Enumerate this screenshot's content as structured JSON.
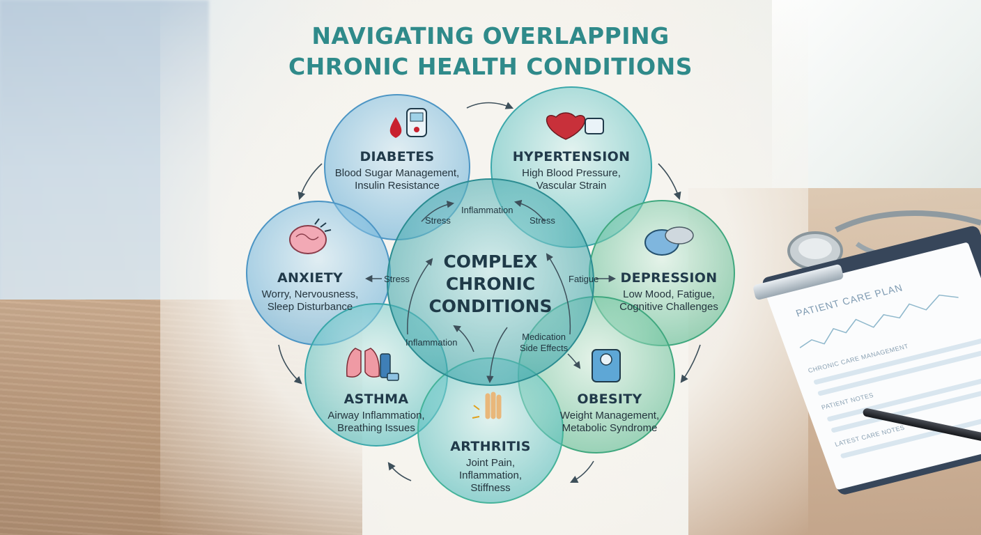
{
  "title": {
    "line1": "NAVIGATING OVERLAPPING",
    "line2": "CHRONIC HEALTH CONDITIONS"
  },
  "center": {
    "line1": "COMPLEX",
    "line2": "CHRONIC",
    "line3": "CONDITIONS"
  },
  "conditions": [
    {
      "name": "DIABETES",
      "desc1": "Blood Sugar Management,",
      "desc2": "Insulin Resistance",
      "icon": "blood-drop-glucometer-icon",
      "color": "#5aa9d6"
    },
    {
      "name": "HYPERTENSION",
      "desc1": "High Blood Pressure,",
      "desc2": "Vascular Strain",
      "icon": "heart-bp-monitor-icon",
      "color": "#4bbcc0"
    },
    {
      "name": "ANXIETY",
      "desc1": "Worry, Nervousness,",
      "desc2": "Sleep Disturbance",
      "icon": "stressed-brain-icon",
      "color": "#5aa6d8"
    },
    {
      "name": "DEPRESSION",
      "desc1": "Low Mood, Fatigue,",
      "desc2": "Cognitive Challenges",
      "icon": "brain-cloud-icon",
      "color": "#53b79a"
    },
    {
      "name": "ASTHMA",
      "desc1": "Airway Inflammation,",
      "desc2": "Breathing Issues",
      "icon": "lungs-inhaler-icon",
      "color": "#4fbcc4"
    },
    {
      "name": "OBESITY",
      "desc1": "Weight Management,",
      "desc2": "Metabolic Syndrome",
      "icon": "scale-icon",
      "color": "#5dbb7e"
    },
    {
      "name": "ARTHRITIS",
      "desc1": "Joint Pain,",
      "desc2": "Inflammation,",
      "desc3": "Stiffness",
      "icon": "joint-hand-icon",
      "color": "#5cc0a6"
    }
  ],
  "links": {
    "stress_diabetes": "Stress",
    "inflammation_top": "Inflammation",
    "stress_hypertension": "Stress",
    "stress_anxiety": "Stress",
    "fatigue_depression": "Fatigue",
    "inflammation_asthma": "Inflammation",
    "medication_line1": "Medication",
    "medication_line2": "Side Effects"
  },
  "clipboard": {
    "heading": "PATIENT CARE PLAN",
    "section1": "CHRONIC CARE MANAGEMENT",
    "section2": "PATIENT NOTES",
    "section3": "LATEST CARE NOTES"
  },
  "colors": {
    "title": "#2f8a8a",
    "text": "#213a4a"
  }
}
